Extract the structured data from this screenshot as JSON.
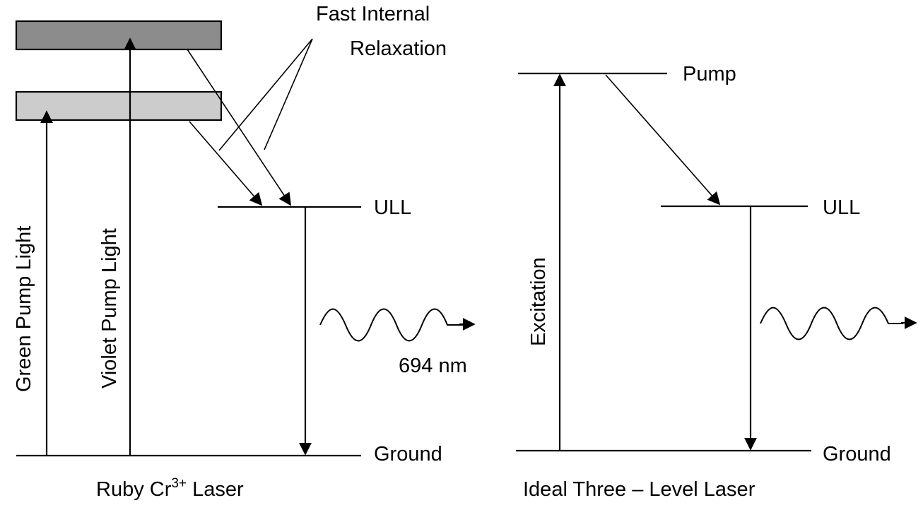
{
  "ruby": {
    "annotation_line1": "Fast Internal",
    "annotation_line2": "Relaxation",
    "ull_label": "ULL",
    "ground_label": "Ground",
    "green_pump_label": "Green Pump Light",
    "violet_pump_label": "Violet Pump Light",
    "wavelength_label": "694 nm",
    "caption_prefix": "Ruby Cr",
    "caption_superscript": "3+",
    "caption_suffix": " Laser",
    "upper_band_color": "#8c8c8c",
    "lower_band_color": "#cccccc"
  },
  "ideal": {
    "pump_label": "Pump",
    "ull_label": "ULL",
    "ground_label": "Ground",
    "excitation_label": "Excitation",
    "caption": "Ideal Three – Level Laser"
  }
}
